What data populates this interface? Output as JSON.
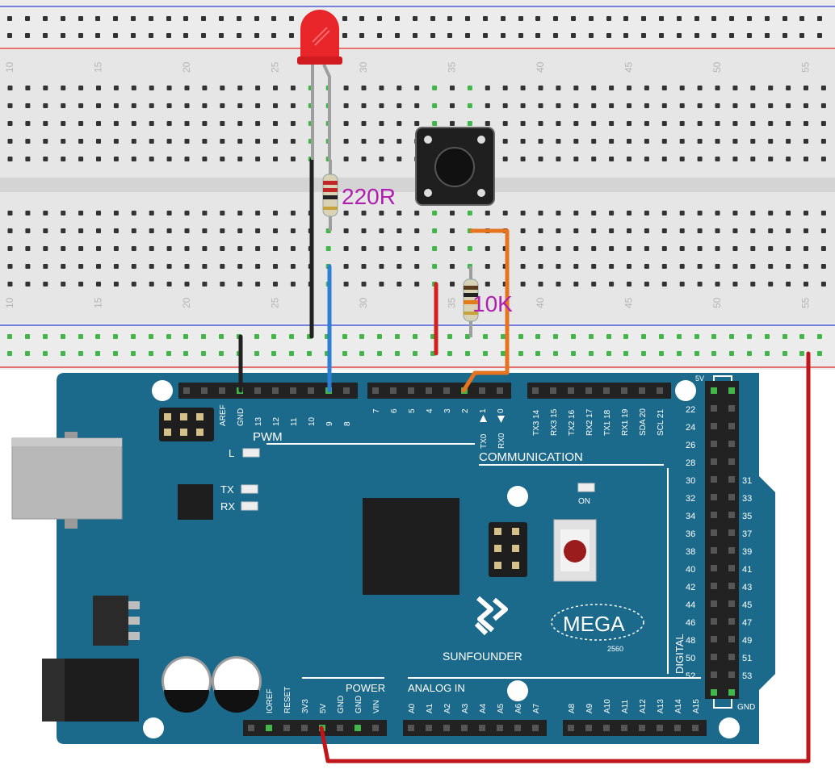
{
  "breadboard": {
    "column_numbers": [
      "10",
      "15",
      "20",
      "25",
      "30",
      "35",
      "40",
      "45",
      "50",
      "55"
    ]
  },
  "components": {
    "resistor_led_label": "220R",
    "resistor_button_label": "10K",
    "label_color": "#b01fb0"
  },
  "board": {
    "header_top_left_labels": [
      "AREF",
      "GND",
      "13",
      "12",
      "11",
      "10",
      "9",
      "8"
    ],
    "header_top_mid_labels": [
      "7",
      "6",
      "5",
      "4",
      "3",
      "2",
      "1",
      "0"
    ],
    "tx0_label": "TX0",
    "rx0_label": "RX0",
    "header_top_comm_labels": [
      "TX3 14",
      "RX3 15",
      "TX2 16",
      "RX2 17",
      "TX1 18",
      "RX1 19",
      "SDA 20",
      "SCL 21"
    ],
    "pwm_label": "PWM",
    "communication_label": "COMMUNICATION",
    "led_l_label": "L",
    "led_tx_label": "TX",
    "led_rx_label": "RX",
    "led_on_label": "ON",
    "brand_label": "SUNFOUNDER",
    "model_label": "MEGA",
    "model_number": "2560",
    "power_label": "POWER",
    "analog_label": "ANALOG IN",
    "power_pin_labels": [
      "IOREF",
      "RESET",
      "3V3",
      "5V",
      "GND",
      "GND",
      "VIN"
    ],
    "analog_pin_labels_1": [
      "A0",
      "A1",
      "A2",
      "A3",
      "A4",
      "A5",
      "A6",
      "A7"
    ],
    "analog_pin_labels_2": [
      "A8",
      "A9",
      "A10",
      "A11",
      "A12",
      "A13",
      "A14",
      "A15"
    ],
    "digital_left_labels": [
      "22",
      "24",
      "26",
      "28",
      "30",
      "32",
      "34",
      "36",
      "38",
      "40",
      "42",
      "44",
      "46",
      "48",
      "50",
      "52"
    ],
    "digital_right_labels": [
      "31",
      "33",
      "35",
      "37",
      "39",
      "41",
      "43",
      "45",
      "47",
      "49",
      "51",
      "53"
    ],
    "digital_label": "DIGITAL",
    "header_5v_label": "5V",
    "header_gnd_label": "GND"
  },
  "colors": {
    "board": "#1b6a8c",
    "breadboard": "#e7e7e7",
    "wire_black": "#222222",
    "wire_blue": "#2d7fd6",
    "wire_red": "#d21f1f",
    "wire_orange": "#e5731f",
    "led_red": "#e8262a"
  }
}
